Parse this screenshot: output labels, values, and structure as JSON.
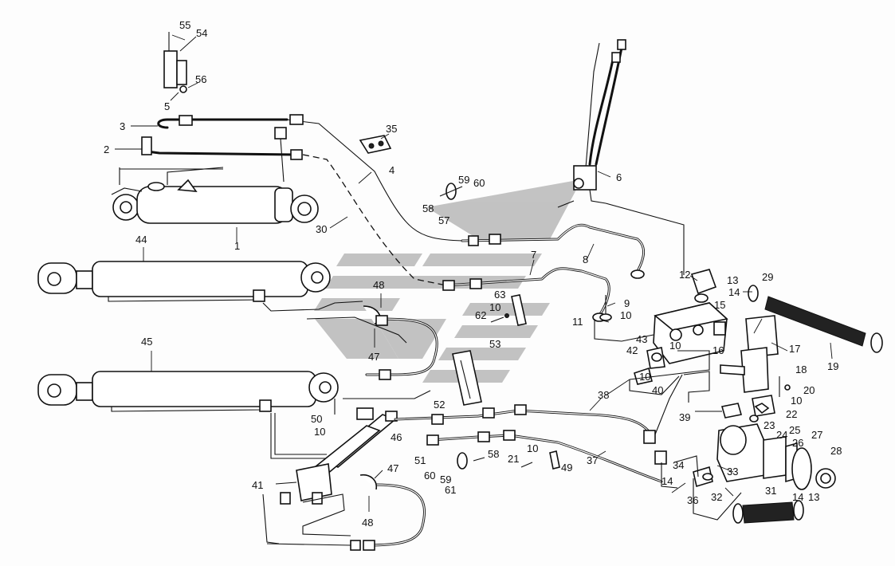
{
  "diagram": {
    "background": "#fdfdfd",
    "ink_color": "#111111",
    "watermark_color": "#b8b8b8"
  },
  "labels": {
    "l1": "1",
    "l2": "2",
    "l3": "3",
    "l4": "4",
    "l5": "5",
    "l6": "6",
    "l7": "7",
    "l8": "8",
    "l9": "9",
    "l10a": "10",
    "l10b": "10",
    "l10c": "10",
    "l10d": "10",
    "l10e": "10",
    "l10f": "10",
    "l10g": "10",
    "l11": "11",
    "l12": "12",
    "l13a": "13",
    "l13b": "13",
    "l14a": "14",
    "l14b": "14",
    "l14c": "14",
    "l15": "15",
    "l16": "16",
    "l17": "17",
    "l18": "18",
    "l19": "19",
    "l20": "20",
    "l21": "21",
    "l22": "22",
    "l23": "23",
    "l24": "24",
    "l25": "25",
    "l26": "26",
    "l27": "27",
    "l28": "28",
    "l29": "29",
    "l30": "30",
    "l31": "31",
    "l32": "32",
    "l33": "33",
    "l34": "34",
    "l35": "35",
    "l36": "36",
    "l37": "37",
    "l38": "38",
    "l39": "39",
    "l40": "40",
    "l41": "41",
    "l42": "42",
    "l43": "43",
    "l44": "44",
    "l45": "45",
    "l46": "46",
    "l47a": "47",
    "l47b": "47",
    "l48a": "48",
    "l48b": "48",
    "l49": "49",
    "l50": "50",
    "l51": "51",
    "l52": "52",
    "l53": "53",
    "l54": "54",
    "l55": "55",
    "l56": "56",
    "l57": "57",
    "l58a": "58",
    "l58b": "58",
    "l59a": "59",
    "l59b": "59",
    "l60a": "60",
    "l60b": "60",
    "l61": "61",
    "l62": "62",
    "l63": "63"
  }
}
